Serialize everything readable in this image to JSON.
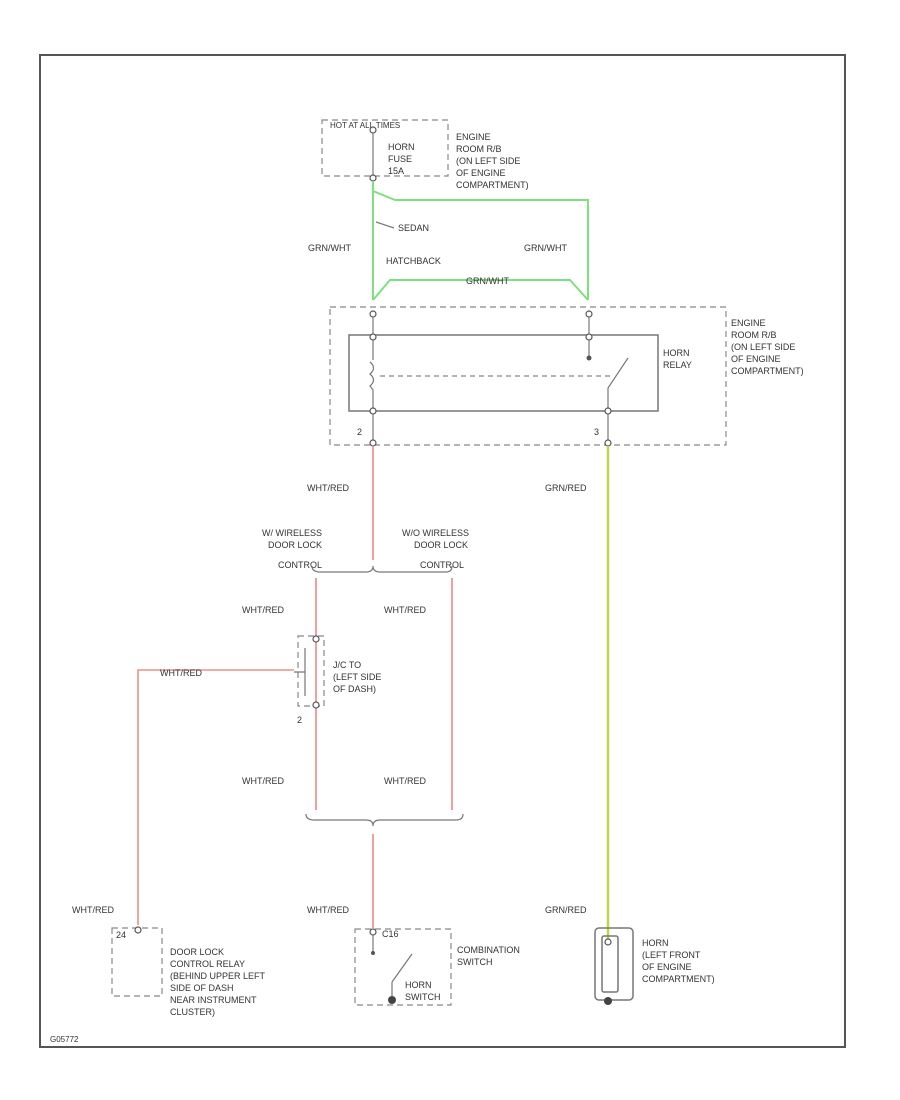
{
  "colors": {
    "green": "#7ee07e",
    "red": "#f0a0a0",
    "yellow_green": "#b8d84a",
    "pink_red": "#e89090"
  },
  "fuse_box": {
    "supply": "HOT AT ALL TIMES",
    "fuse": [
      "HORN",
      "FUSE",
      "15A"
    ],
    "location": [
      "ENGINE",
      "ROOM R/B",
      "(ON LEFT SIDE",
      "OF ENGINE",
      "COMPARTMENT)"
    ]
  },
  "wires": {
    "grn_wht_left": "GRN/WHT",
    "grn_wht_right": "GRN/WHT",
    "grn_wht_mid": "GRN/WHT",
    "sedan": "SEDAN",
    "hatchback": "HATCHBACK",
    "wht_red_1": "WHT/RED",
    "grn_red_1": "GRN/RED",
    "wht_red_2": "WHT/RED",
    "wht_red_3": "WHT/RED",
    "wht_red_4": "WHT/RED",
    "wht_red_5": "WHT/RED",
    "wht_red_6": "WHT/RED",
    "wht_red_7": "WHT/RED",
    "wht_red_8": "WHT/RED",
    "grn_red_2": "GRN/RED"
  },
  "relay": {
    "name": [
      "HORN",
      "RELAY"
    ],
    "location": [
      "ENGINE",
      "ROOM R/B",
      "(ON LEFT SIDE",
      "OF ENGINE",
      "COMPARTMENT)"
    ],
    "pin_left": "2",
    "pin_right": "3"
  },
  "options": {
    "with_wireless": [
      "W/ WIRELESS",
      "DOOR LOCK",
      "CONTROL"
    ],
    "without_wireless": [
      "W/O WIRELESS",
      "DOOR LOCK",
      "CONTROL"
    ]
  },
  "junction": {
    "name": [
      "J/C TO",
      "(LEFT SIDE",
      "OF DASH)"
    ],
    "pin": "2"
  },
  "door_lock_relay": {
    "pin": "24",
    "name": [
      "DOOR LOCK",
      "CONTROL RELAY",
      "(BEHIND UPPER LEFT",
      "SIDE OF DASH",
      "NEAR INSTRUMENT",
      "CLUSTER)"
    ]
  },
  "combination_switch": {
    "pin": "C16",
    "name": [
      "COMBINATION",
      "SWITCH"
    ],
    "switch": [
      "HORN",
      "SWITCH"
    ]
  },
  "horn": {
    "name": [
      "HORN",
      "(LEFT FRONT",
      "OF ENGINE",
      "COMPARTMENT)"
    ]
  },
  "figure_id": "G05772"
}
